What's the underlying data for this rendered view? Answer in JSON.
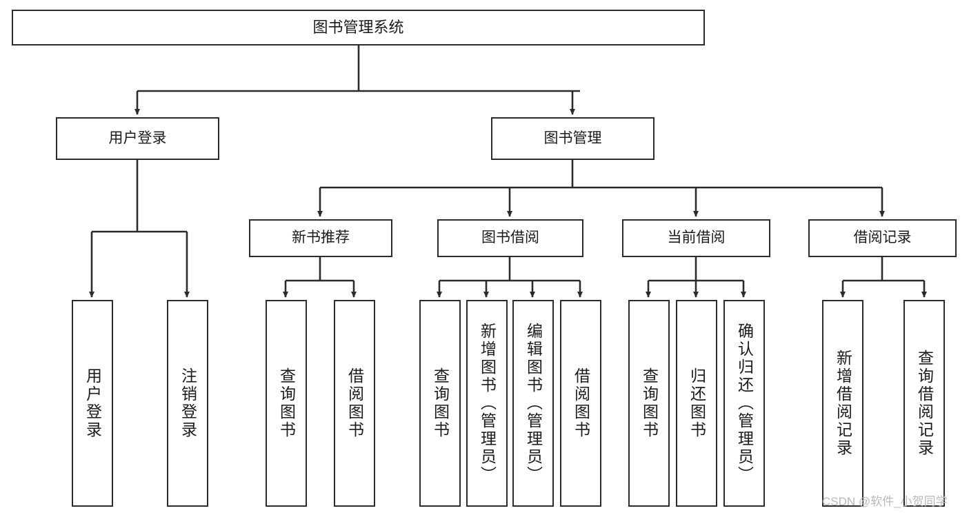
{
  "diagram": {
    "title": "图书管理系统",
    "type": "tree",
    "watermark": "CSDN @软件_小贺同学",
    "colors": {
      "background": "#ffffff",
      "border": "#2b2b2b",
      "text": "#1b1b1b",
      "connector": "#2b2b2b",
      "watermark": "#b9b9b9"
    },
    "root": {
      "id": "root",
      "label": "图书管理系统"
    },
    "level1": [
      {
        "id": "user-login",
        "label": "用户登录"
      },
      {
        "id": "book-manage",
        "label": "图书管理"
      }
    ],
    "level2": [
      {
        "id": "new-book-recommend",
        "label": "新书推荐",
        "parent": "book-manage"
      },
      {
        "id": "book-borrow",
        "label": "图书借阅",
        "parent": "book-manage"
      },
      {
        "id": "current-borrow",
        "label": "当前借阅",
        "parent": "book-manage"
      },
      {
        "id": "borrow-record",
        "label": "借阅记录",
        "parent": "book-manage"
      }
    ],
    "leaves": {
      "user_login": [
        {
          "id": "leaf-user-login",
          "label": "用户登录"
        },
        {
          "id": "leaf-user-logout",
          "label": "注销登录"
        }
      ],
      "new_book_recommend": [
        {
          "id": "leaf-query-book-1",
          "label": "查询图书"
        },
        {
          "id": "leaf-borrow-book-1",
          "label": "借阅图书"
        }
      ],
      "book_borrow": [
        {
          "id": "leaf-query-book-2",
          "label": "查询图书"
        },
        {
          "id": "leaf-add-book",
          "label": "新增图书（管理员）"
        },
        {
          "id": "leaf-edit-book",
          "label": "编辑图书（管理员）"
        },
        {
          "id": "leaf-borrow-book-2",
          "label": "借阅图书"
        }
      ],
      "current_borrow": [
        {
          "id": "leaf-query-book-3",
          "label": "查询图书"
        },
        {
          "id": "leaf-return-book",
          "label": "归还图书"
        },
        {
          "id": "leaf-confirm-return",
          "label": "确认归还（管理员）"
        }
      ],
      "borrow_record": [
        {
          "id": "leaf-add-record",
          "label": "新增借阅记录"
        },
        {
          "id": "leaf-query-record",
          "label": "查询借阅记录"
        }
      ]
    }
  }
}
